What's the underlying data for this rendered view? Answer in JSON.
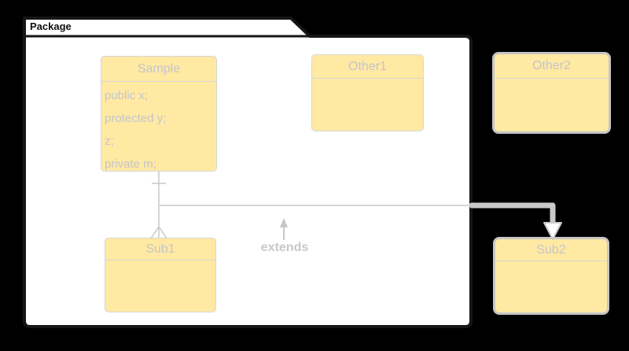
{
  "package": {
    "label": "Package"
  },
  "classes": [
    {
      "title": "Sample",
      "attributes": [
        "public x;",
        "protected y;",
        "z;",
        "private m;"
      ]
    },
    {
      "title": "Other1",
      "attributes": []
    },
    {
      "title": "Sub1",
      "attributes": []
    },
    {
      "title": "Other2",
      "attributes": []
    },
    {
      "title": "Sub2",
      "attributes": []
    }
  ],
  "edge_label": {
    "text": "extends"
  },
  "colors": {
    "canvas_bg": "#000000",
    "package_fill": "#ffffff",
    "package_border": "#161616",
    "class_fill": "#ffe9a3",
    "class_border_inner": "#d6d6d6",
    "class_border_outer": "#c6c6c6",
    "class_text": "#c5c5cb",
    "connector": "#c9c9c9",
    "generalization_arrow_fill": "#ffffff",
    "extends_label_color": "#c8c8c8"
  }
}
